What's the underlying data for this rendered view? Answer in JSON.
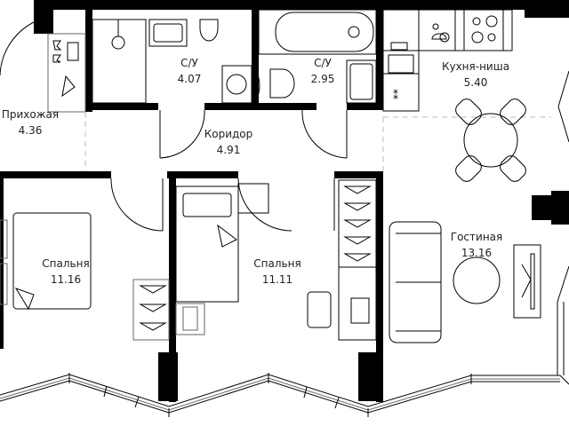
{
  "plan": {
    "rooms": [
      {
        "id": "hallway",
        "name": "Прихожая",
        "area": "4.36"
      },
      {
        "id": "bathroom-1",
        "name": "С/У",
        "area": "4.07"
      },
      {
        "id": "corridor",
        "name": "Коридор",
        "area": "4.91"
      },
      {
        "id": "bathroom-2",
        "name": "С/У",
        "area": "2.95"
      },
      {
        "id": "kitchen",
        "name": "Кухня-ниша",
        "area": "5.40"
      },
      {
        "id": "bedroom-1",
        "name": "Спальня",
        "area": "11.16"
      },
      {
        "id": "bedroom-2",
        "name": "Спальня",
        "area": "11.11"
      },
      {
        "id": "living-room",
        "name": "Гостиная",
        "area": "13.16"
      }
    ],
    "colors": {
      "wall": "#000000",
      "line": "#000000",
      "text": "#222222",
      "background": "#ffffff"
    }
  }
}
